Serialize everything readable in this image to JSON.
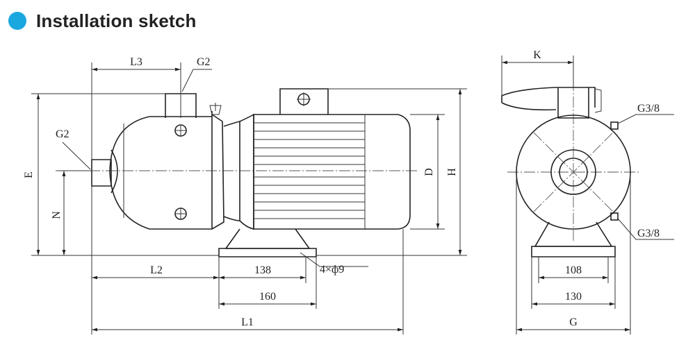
{
  "header": {
    "title": "Installation sketch",
    "bullet_color": "#1aa7e0"
  },
  "labels": {
    "L3": "L3",
    "G2_top": "G2",
    "G2_left": "G2",
    "E": "E",
    "N": "N",
    "D": "D",
    "H": "H",
    "L2": "L2",
    "d138": "138",
    "holes": "4×ф9",
    "d160": "160",
    "L1": "L1",
    "K": "K",
    "G38_top": "G3/8",
    "G38_bot": "G3/8",
    "d108": "108",
    "d130": "130",
    "G": "G"
  }
}
